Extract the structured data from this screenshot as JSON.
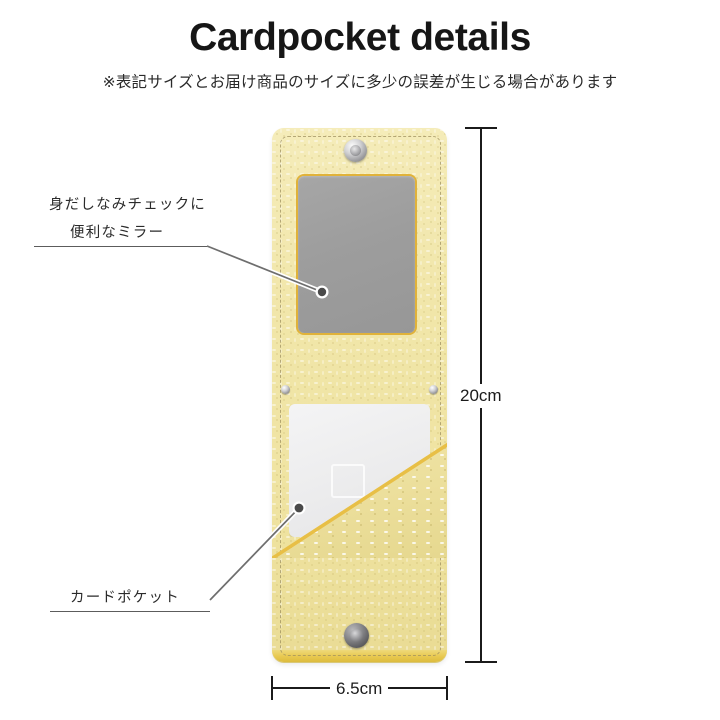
{
  "header": {
    "title": "Cardpocket details",
    "subtitle": "※表記サイズとお届け商品のサイズに多少の誤差が生じる場合があります"
  },
  "annotations": [
    {
      "name": "mirror-annotation",
      "line1": "身だしなみチェックに",
      "line2": "便利なミラー"
    },
    {
      "name": "card-pocket-annotation",
      "line1": "カードポケット"
    }
  ],
  "dimensions": {
    "height_label": "20cm",
    "width_label": "6.5cm"
  },
  "product": {
    "leather_color": "#f1e6a9",
    "edge_color": "#e8c84f",
    "mirror_color": "#9d9d9d",
    "mirror_frame_color": "#e0b23a",
    "card_color": "#ececed",
    "hardware_color": "#b0b0b3",
    "leader_line_color": "#6e6e6e",
    "rule_color": "#5c5c5c"
  }
}
